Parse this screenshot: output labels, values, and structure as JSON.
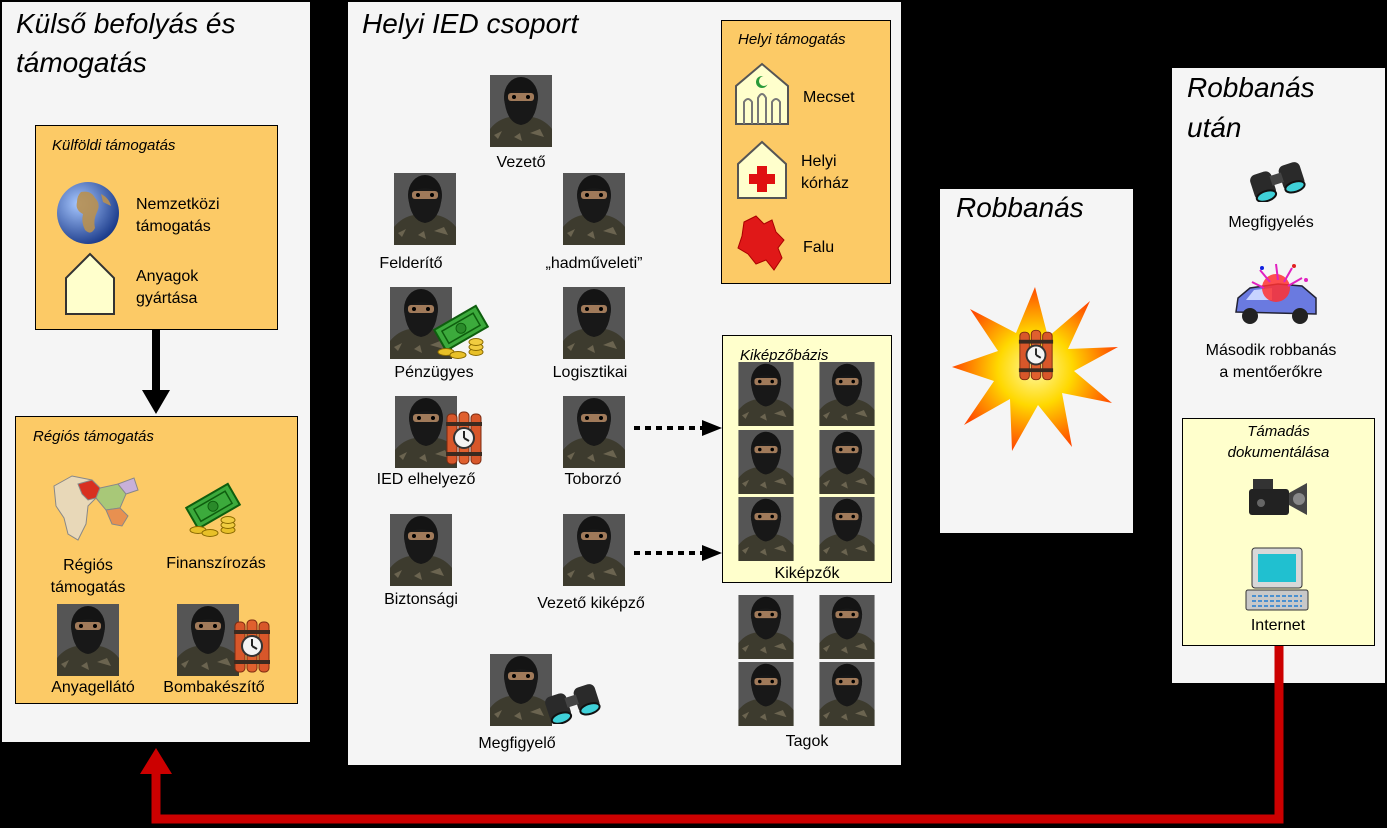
{
  "external": {
    "title_line1": "Külső befolyás és",
    "title_line2": "támogatás",
    "foreign": {
      "title": "Külföldi támogatás",
      "international_l1": "Nemzetközi",
      "international_l2": "támogatás",
      "materials_l1": "Anyagok",
      "materials_l2": "gyártása"
    },
    "regional": {
      "title": "Régiós támogatás",
      "regional_l1": "Régiós",
      "regional_l2": "támogatás",
      "financing": "Finanszírozás",
      "supplier": "Anyagellátó",
      "bombmaker": "Bombakészítő"
    }
  },
  "local": {
    "title": "Helyi IED csoport",
    "leader": "Vezető",
    "scout": "Felderítő",
    "operational": "„hadműveleti”",
    "finance": "Pénzügyes",
    "logistics": "Logisztikai",
    "ied_placer": "IED elhelyező",
    "recruiter": "Toborzó",
    "security": "Biztonsági",
    "lead_trainer": "Vezető kiképző",
    "observer": "Megfigyelő",
    "members": "Tagok",
    "support": {
      "title": "Helyi támogatás",
      "mosque": "Mecset",
      "hospital_l1": "Helyi",
      "hospital_l2": "kórház",
      "village": "Falu"
    },
    "training": {
      "title": "Kiképzőbázis",
      "trainers": "Kiképzők"
    }
  },
  "explosion": {
    "title": "Robbanás"
  },
  "after": {
    "title_l1": "Robbanás",
    "title_l2": "után",
    "surveillance": "Megfigyelés",
    "second_l1": "Második robbanás",
    "second_l2": "a mentőerőkre",
    "documentation": {
      "title_l1": "Támadás",
      "title_l2": "dokumentálása",
      "internet": "Internet"
    }
  },
  "colors": {
    "panel": "#f5f5f5",
    "orange_box": "#fcca66",
    "yellow_box": "#ffffcc",
    "red_arrow": "#cc0000"
  }
}
